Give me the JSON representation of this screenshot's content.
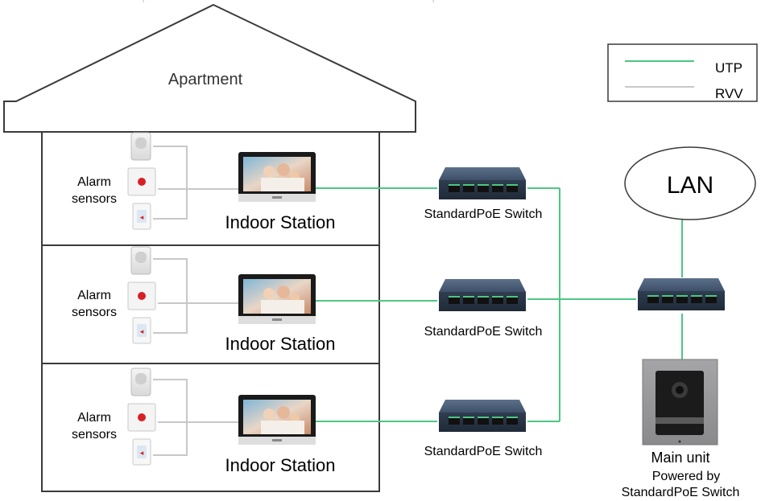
{
  "house": {
    "label": "Apartment",
    "floors": [
      {
        "sensors_label_line1": "Alarm",
        "sensors_label_line2": "sensors",
        "station_label": "Indoor Station",
        "switch_label": "StandardPoE Switch"
      },
      {
        "sensors_label_line1": "Alarm",
        "sensors_label_line2": "sensors",
        "station_label": "Indoor Station",
        "switch_label": "StandardPoE Switch"
      },
      {
        "sensors_label_line1": "Alarm",
        "sensors_label_line2": "sensors",
        "station_label": "Indoor Station",
        "switch_label": "StandardPoE Switch"
      }
    ]
  },
  "legend": {
    "items": [
      {
        "label": "UTP",
        "color": "#4cc783"
      },
      {
        "label": "RVV",
        "color": "#c8c8c8"
      }
    ]
  },
  "network": {
    "lan_label": "LAN",
    "main_unit_line1": "Main unit",
    "main_unit_line2": "Powered by",
    "main_unit_line3": "StandardPoE Switch"
  },
  "colors": {
    "utp": "#4cc783",
    "rvv": "#c8c8c8",
    "outline": "#3a3a3a",
    "switch_body": "#3c4f66",
    "alarm_red": "#d81f26"
  }
}
